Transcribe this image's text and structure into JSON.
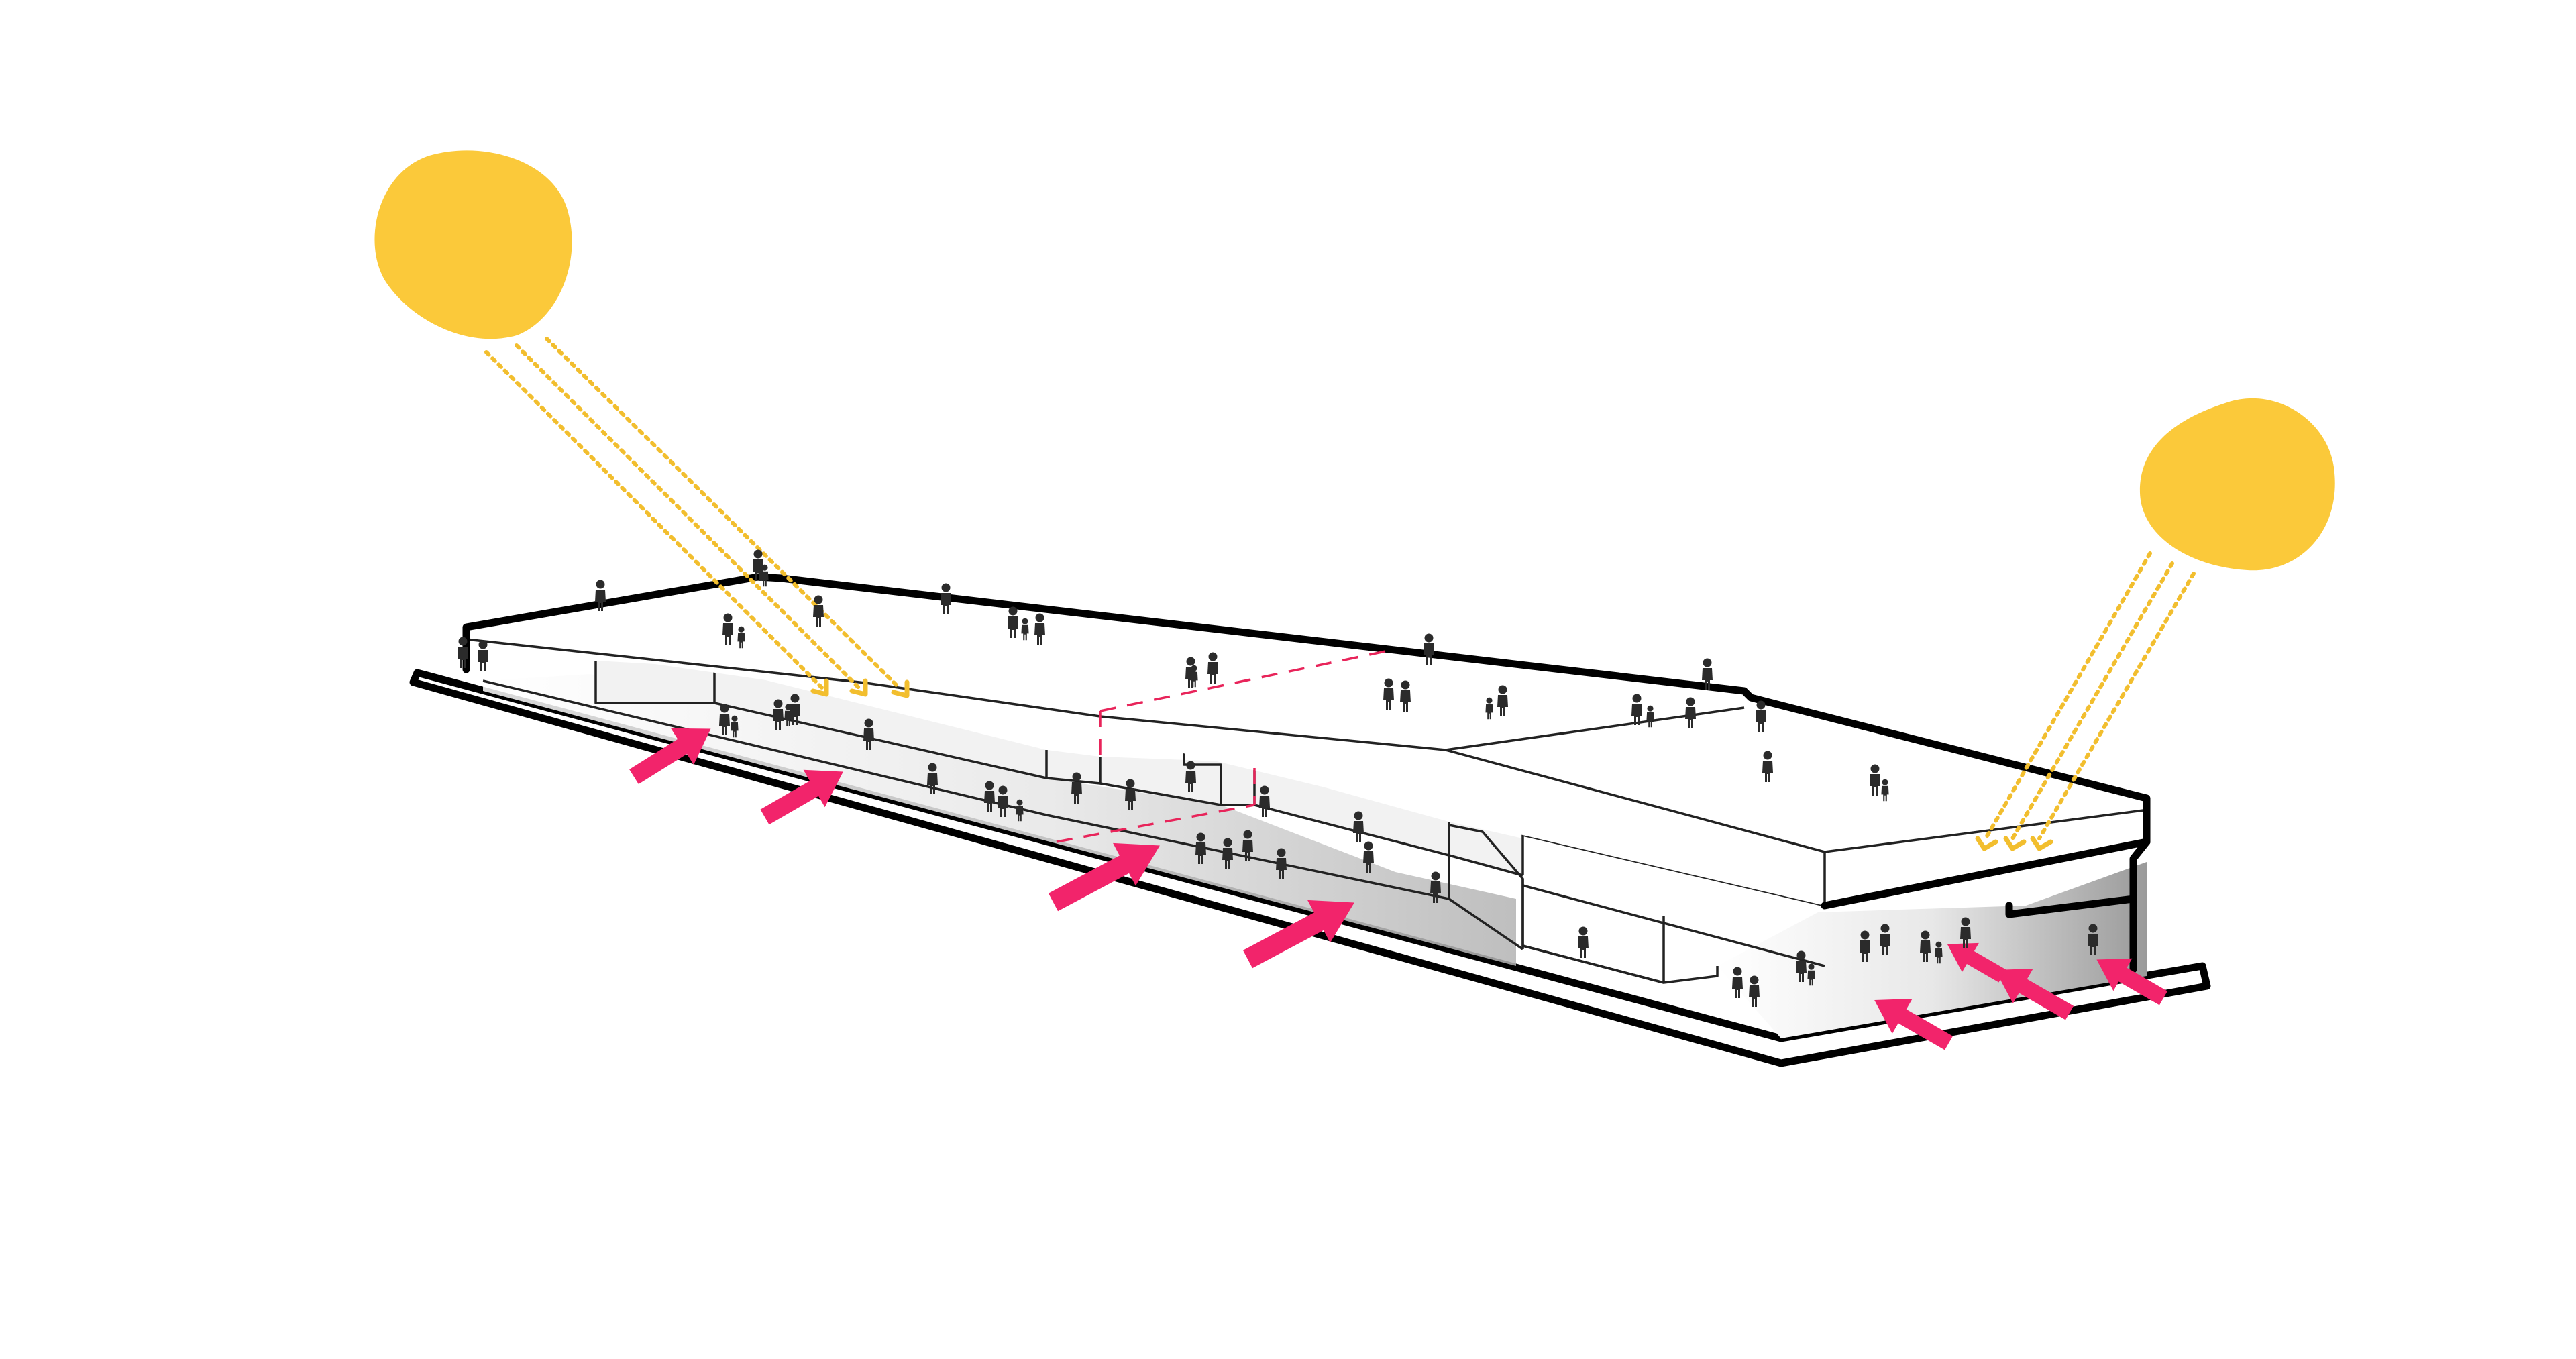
{
  "colors": {
    "background": "#ffffff",
    "sun": "#fbc93a",
    "ray": "#f2be2e",
    "arrow": "#f2246b",
    "dashed_line": "#e8245a",
    "outline": "#000000",
    "people": "#2b2b2b",
    "shadow": "#bdbdbd"
  },
  "suns": [
    {
      "name": "sun-left",
      "rays": 3
    },
    {
      "name": "sun-right",
      "rays": 3
    }
  ],
  "airflow_arrows": {
    "front_count": 4,
    "rear_count": 4
  },
  "people_figures": 58
}
